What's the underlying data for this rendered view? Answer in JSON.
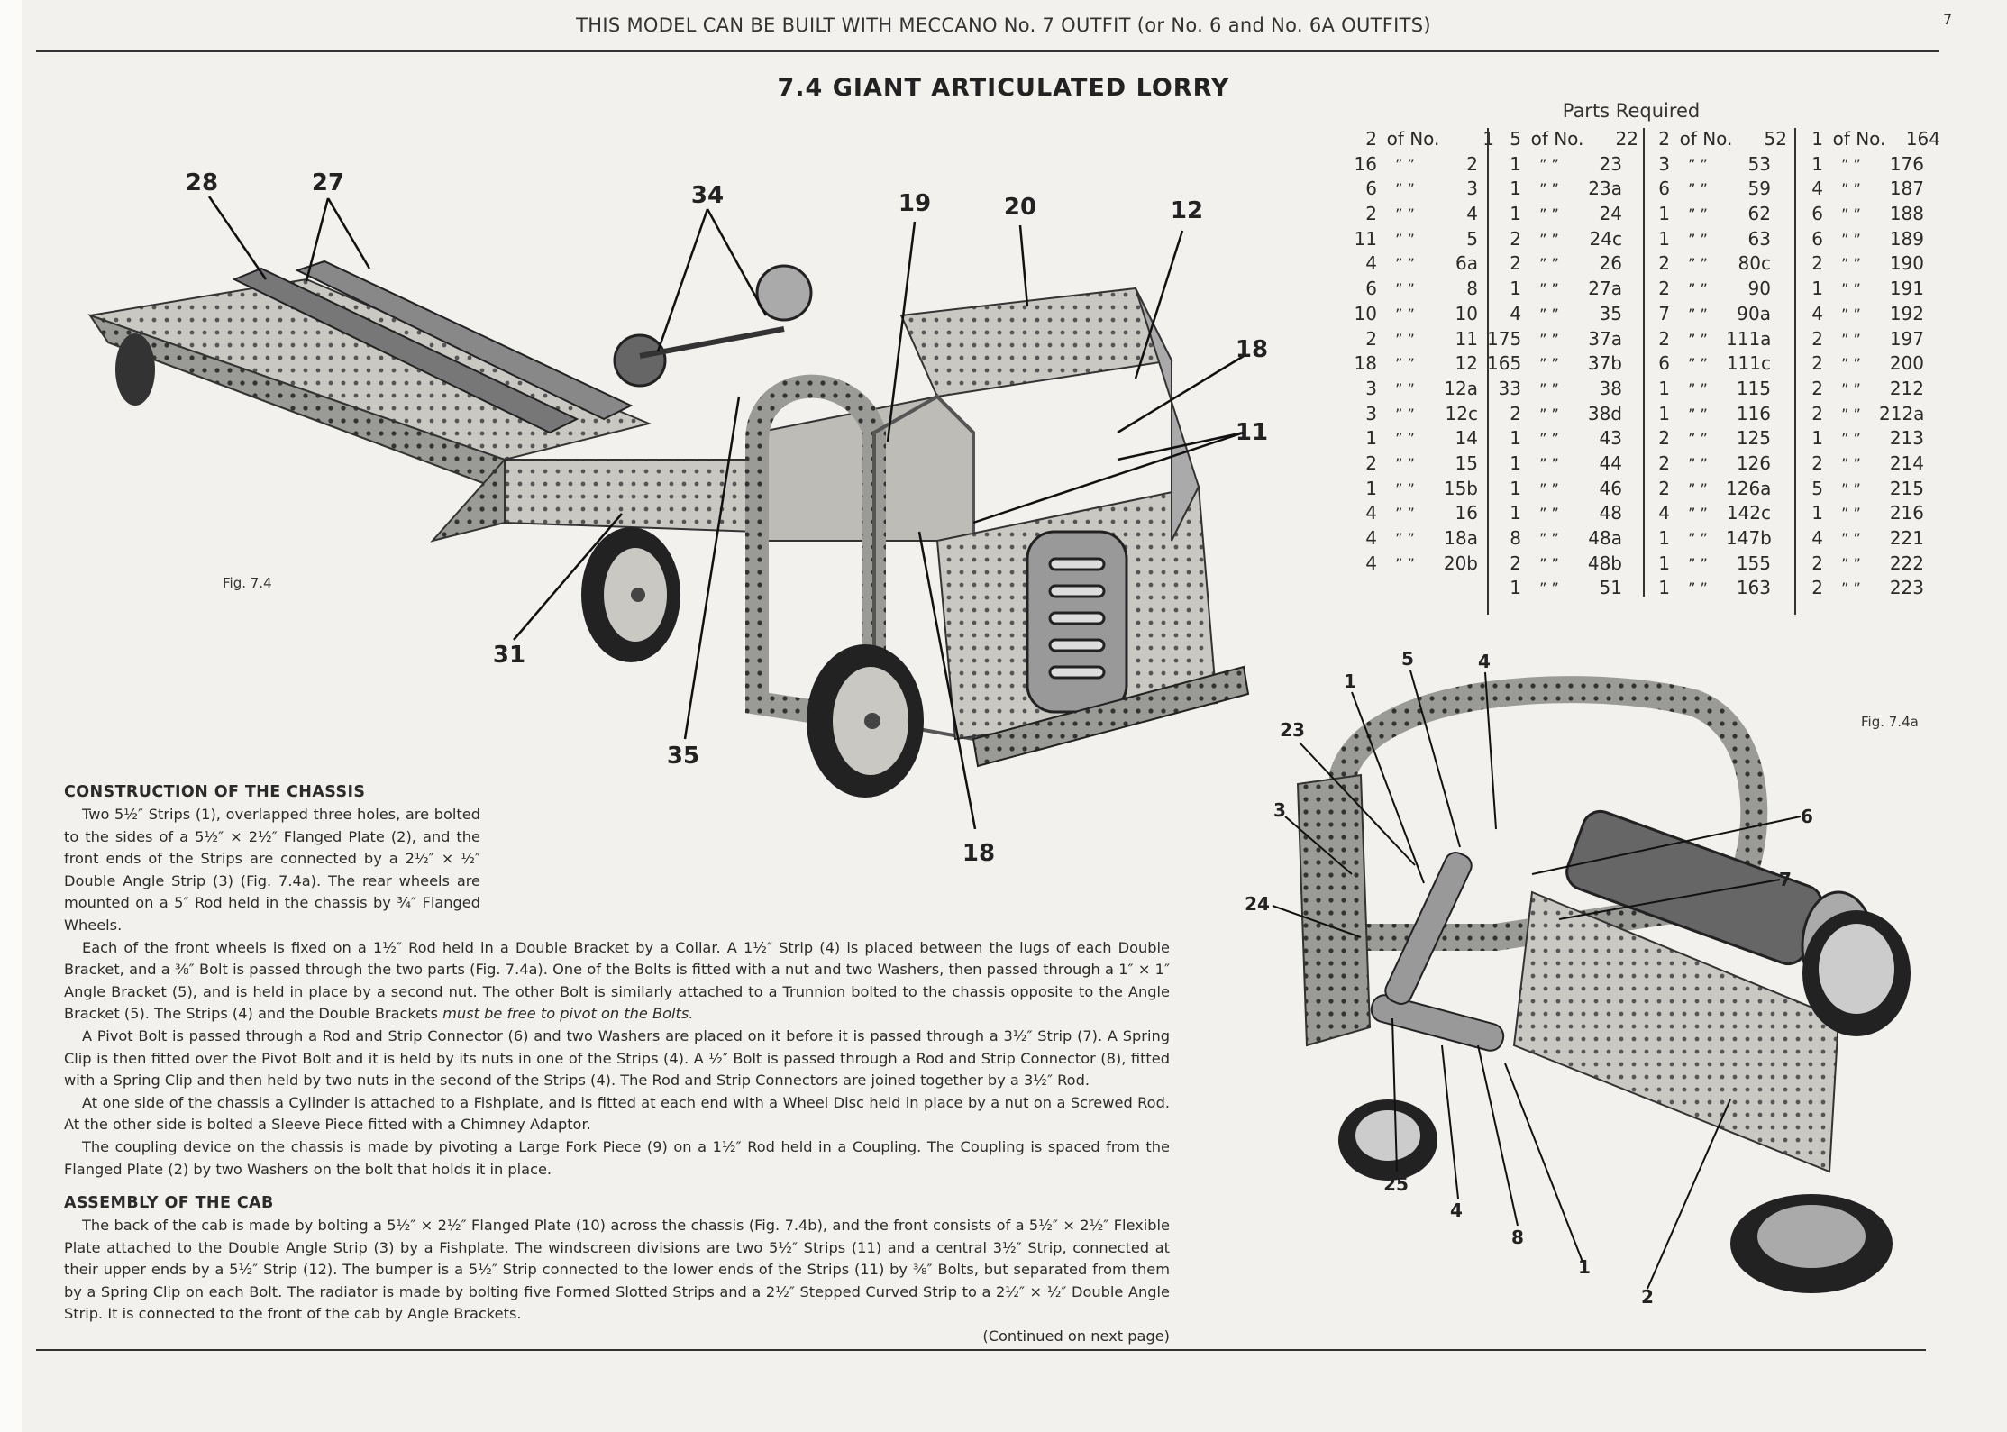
{
  "header": "THIS MODEL CAN BE BUILT WITH MECCANO No. 7 OUTFIT (or No. 6 and No. 6A OUTFITS)",
  "page_number": "7",
  "title": "7.4  GIANT ARTICULATED LORRY",
  "parts": {
    "title": "Parts Required",
    "columns": [
      [
        [
          "2",
          "of No.",
          "1"
        ],
        [
          "16",
          "” ”",
          "2"
        ],
        [
          "6",
          "” ”",
          "3"
        ],
        [
          "2",
          "” ”",
          "4"
        ],
        [
          "11",
          "” ”",
          "5"
        ],
        [
          "4",
          "” ”",
          "6a"
        ],
        [
          "6",
          "” ”",
          "8"
        ],
        [
          "10",
          "” ”",
          "10"
        ],
        [
          "2",
          "” ”",
          "11"
        ],
        [
          "18",
          "” ”",
          "12"
        ],
        [
          "3",
          "” ”",
          "12a"
        ],
        [
          "3",
          "” ”",
          "12c"
        ],
        [
          "1",
          "” ”",
          "14"
        ],
        [
          "2",
          "” ”",
          "15"
        ],
        [
          "1",
          "” ”",
          "15b"
        ],
        [
          "4",
          "” ”",
          "16"
        ],
        [
          "4",
          "” ”",
          "18a"
        ],
        [
          "4",
          "” ”",
          "20b"
        ]
      ],
      [
        [
          "5",
          "of No.",
          "22"
        ],
        [
          "1",
          "” ”",
          "23"
        ],
        [
          "1",
          "” ”",
          "23a"
        ],
        [
          "1",
          "” ”",
          "24"
        ],
        [
          "2",
          "” ”",
          "24c"
        ],
        [
          "2",
          "” ”",
          "26"
        ],
        [
          "1",
          "” ”",
          "27a"
        ],
        [
          "4",
          "” ”",
          "35"
        ],
        [
          "175",
          "” ”",
          "37a"
        ],
        [
          "165",
          "” ”",
          "37b"
        ],
        [
          "33",
          "” ”",
          "38"
        ],
        [
          "2",
          "” ”",
          "38d"
        ],
        [
          "1",
          "” ”",
          "43"
        ],
        [
          "1",
          "” ”",
          "44"
        ],
        [
          "1",
          "” ”",
          "46"
        ],
        [
          "1",
          "” ”",
          "48"
        ],
        [
          "8",
          "” ”",
          "48a"
        ],
        [
          "2",
          "” ”",
          "48b"
        ],
        [
          "1",
          "” ”",
          "51"
        ]
      ],
      [
        [
          "2",
          "of No.",
          "52"
        ],
        [
          "3",
          "” ”",
          "53"
        ],
        [
          "6",
          "” ”",
          "59"
        ],
        [
          "1",
          "” ”",
          "62"
        ],
        [
          "1",
          "” ”",
          "63"
        ],
        [
          "2",
          "” ”",
          "80c"
        ],
        [
          "2",
          "” ”",
          "90"
        ],
        [
          "7",
          "” ”",
          "90a"
        ],
        [
          "2",
          "” ”",
          "111a"
        ],
        [
          "6",
          "” ”",
          "111c"
        ],
        [
          "1",
          "” ”",
          "115"
        ],
        [
          "1",
          "” ”",
          "116"
        ],
        [
          "2",
          "” ”",
          "125"
        ],
        [
          "2",
          "” ”",
          "126"
        ],
        [
          "2",
          "” ”",
          "126a"
        ],
        [
          "4",
          "” ”",
          "142c"
        ],
        [
          "1",
          "” ”",
          "147b"
        ],
        [
          "1",
          "” ”",
          "155"
        ],
        [
          "1",
          "” ”",
          "163"
        ]
      ],
      [
        [
          "1",
          "of No.",
          "164"
        ],
        [
          "1",
          "” ”",
          "176"
        ],
        [
          "4",
          "” ”",
          "187"
        ],
        [
          "6",
          "” ”",
          "188"
        ],
        [
          "6",
          "” ”",
          "189"
        ],
        [
          "2",
          "” ”",
          "190"
        ],
        [
          "1",
          "” ”",
          "191"
        ],
        [
          "4",
          "” ”",
          "192"
        ],
        [
          "2",
          "” ”",
          "197"
        ],
        [
          "2",
          "” ”",
          "200"
        ],
        [
          "2",
          "” ”",
          "212"
        ],
        [
          "2",
          "” ”",
          "212a"
        ],
        [
          "1",
          "” ”",
          "213"
        ],
        [
          "2",
          "” ”",
          "214"
        ],
        [
          "5",
          "” ”",
          "215"
        ],
        [
          "1",
          "” ”",
          "216"
        ],
        [
          "4",
          "” ”",
          "221"
        ],
        [
          "2",
          "” ”",
          "222"
        ],
        [
          "2",
          "” ”",
          "223"
        ]
      ]
    ]
  },
  "figures": {
    "fig_main": "Fig. 7.4",
    "fig_chassis": "Fig. 7.4a",
    "main_callouts": [
      "28",
      "27",
      "34",
      "19",
      "20",
      "12",
      "18",
      "11",
      "31",
      "35",
      "18"
    ],
    "chassis_callouts": [
      "1",
      "5",
      "4",
      "23",
      "6",
      "3",
      "7",
      "24",
      "25",
      "4",
      "8",
      "1",
      "2"
    ]
  },
  "sections": [
    {
      "heading": "CONSTRUCTION OF THE CHASSIS",
      "paragraphs": [
        "Two 5½″ Strips (1), overlapped three holes, are bolted to the sides of a 5½″ × 2½″ Flanged Plate (2), and the front ends of the Strips are connected by a 2½″ × ½″ Double Angle Strip (3) (Fig. 7.4a). The rear wheels are mounted on a 5″ Rod held in the chassis by ¾″ Flanged Wheels.",
        "Each of the front wheels is fixed on a 1½″ Rod held in a Double Bracket by a Collar. A 1½″ Strip (4) is placed between the lugs of each Double Bracket, and a ⅜″ Bolt is passed through the two parts (Fig. 7.4a). One of the Bolts is fitted with a nut and two Washers, then passed through a 1″ × 1″ Angle Bracket (5), and is held in place by a second nut. The other Bolt is similarly attached to a Trunnion bolted to the chassis opposite to the Angle Bracket (5). The Strips (4) and the Double Brackets",
        "A Pivot Bolt is passed through a Rod and Strip Connector (6) and two Washers are placed on it before it is passed through a 3½″ Strip (7). A Spring Clip is then fitted over the Pivot Bolt and it is held by its nuts in one of the Strips (4). A ½″ Bolt is passed through a Rod and Strip Connector (8), fitted with a Spring Clip and then held by two nuts in the second of the Strips (4). The Rod and Strip Connectors are joined together by a 3½″ Rod.",
        "At one side of the chassis a Cylinder is attached to a Fishplate, and is fitted at each end with a Wheel Disc held in place by a nut on a Screwed Rod. At the other side is bolted a Sleeve Piece fitted with a Chimney Adaptor.",
        "The coupling device on the chassis is made by pivoting a Large Fork Piece (9) on a 1½″ Rod held in a Coupling. The Coupling is spaced from the Flanged Plate (2) by two Washers on the bolt that holds it in place."
      ],
      "emphasis": "must be free to pivot on the Bolts."
    },
    {
      "heading": "ASSEMBLY OF THE CAB",
      "paragraphs": [
        "The back of the cab is made by bolting a 5½″ × 2½″ Flanged Plate (10) across the chassis (Fig. 7.4b), and the front consists of a 5½″ × 2½″ Flexible Plate attached to the Double Angle Strip (3) by a Fishplate. The windscreen divisions are two 5½″ Strips (11) and a central 3½″ Strip, connected at their upper ends by a 5½″ Strip (12). The bumper is a 5½″ Strip connected to the lower ends of the Strips (11) by ⅜″ Bolts, but separated from them by a Spring Clip on each Bolt. The radiator is made by bolting five Formed Slotted Strips and a 2½″ Stepped Curved Strip to a 2½″ × ½″ Double Angle Strip. It is connected to the front of the cab by Angle Brackets."
      ],
      "continued": "(Continued on next page)"
    }
  ]
}
